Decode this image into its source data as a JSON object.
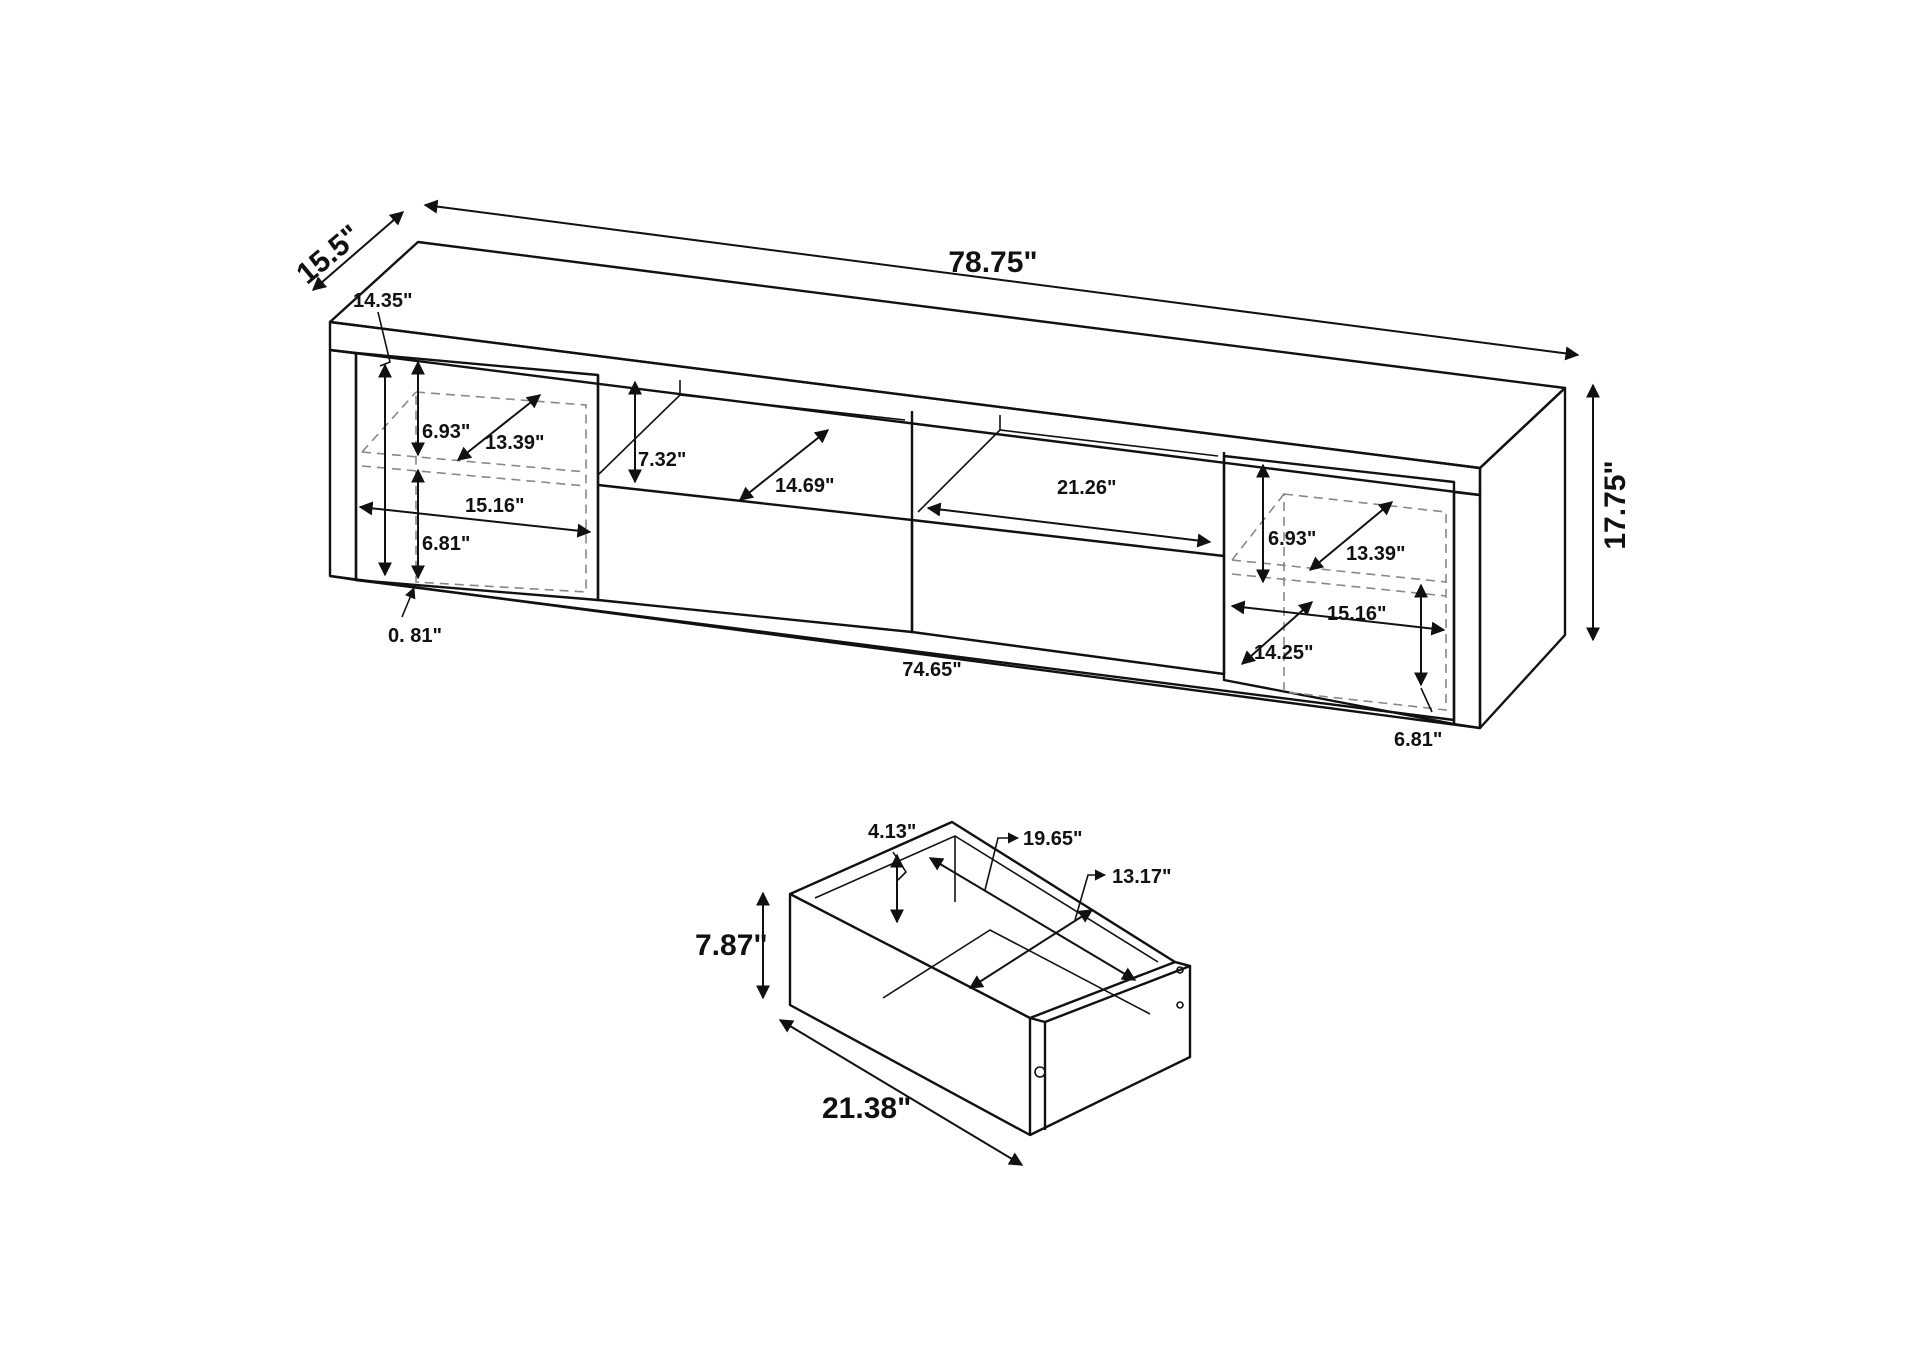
{
  "colors": {
    "line": "#111111",
    "hidden": "#888888",
    "background": "#ffffff"
  },
  "console": {
    "overall_width": "78.75\"",
    "overall_depth": "15.5\"",
    "overall_height": "17.75\"",
    "inner_width": "74.65\"",
    "top_thickness": "14.35\"",
    "side_panel": "0. 81\"",
    "left_cabinet": {
      "shelf_height": "6.93\"",
      "shelf_depth": "13.39\"",
      "width": "15.16\"",
      "lower_height": "6.81\""
    },
    "drawer_opening_left": {
      "height": "7.32\"",
      "depth": "14.69\""
    },
    "drawer_opening_right": {
      "width": "21.26\""
    },
    "right_cabinet": {
      "shelf_height": "6.93\"",
      "shelf_depth": "13.39\"",
      "width": "15.16\"",
      "lower_depth": "14.25\"",
      "lower_height": "6.81\""
    }
  },
  "drawer": {
    "inner_height": "4.13\"",
    "inner_length": "19.65\"",
    "inner_width": "13.17\"",
    "front_height": "7.87\"",
    "front_width": "21.38\""
  }
}
